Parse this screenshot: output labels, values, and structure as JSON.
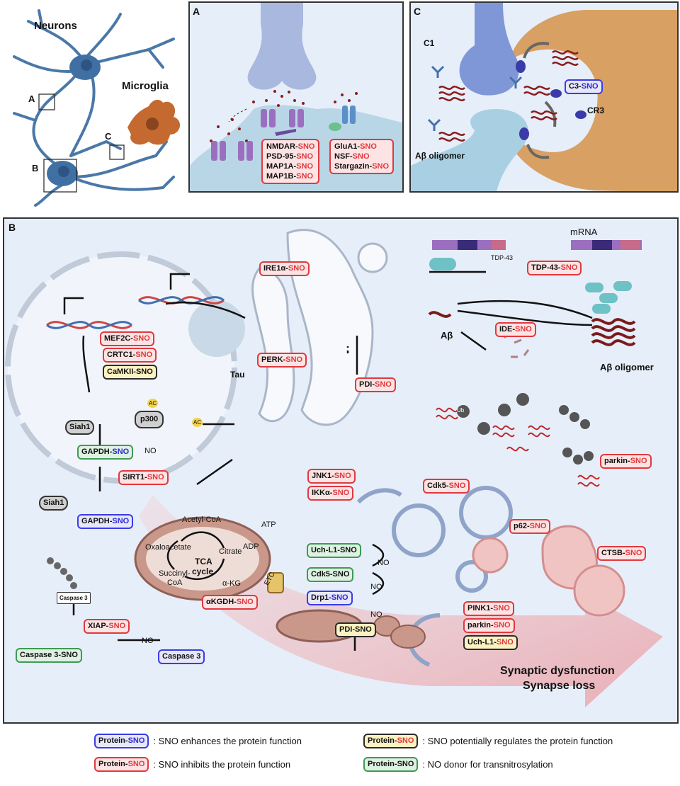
{
  "labels": {
    "neurons": "Neurons",
    "microglia": "Microglia",
    "box_a": "A",
    "box_b": "B",
    "box_c": "C",
    "panel_a": "A",
    "panel_b": "B",
    "panel_c": "C"
  },
  "panel_a": {
    "group1": [
      {
        "name": "NMDAR-",
        "sno": "SNO"
      },
      {
        "name": "PSD-95-",
        "sno": "SNO"
      },
      {
        "name": "MAP1A-",
        "sno": "SNO"
      },
      {
        "name": "MAP1B-",
        "sno": "SNO"
      }
    ],
    "group2": [
      {
        "name": "GluA1-",
        "sno": "SNO"
      },
      {
        "name": "NSF-",
        "sno": "SNO"
      },
      {
        "name": "Stargazin-",
        "sno": "SNO"
      }
    ]
  },
  "panel_c": {
    "c1": "C1",
    "c3_name": "C3-",
    "c3_sno": "SNO",
    "cr3": "CR3",
    "ab_oligomer": "Aβ oligomer"
  },
  "panel_b": {
    "mrna": "mRNA",
    "tdp43_small": "TDP-43",
    "tdp43": {
      "name": "TDP-43-",
      "sno": "SNO"
    },
    "ab": "Aβ",
    "ide": {
      "name": "IDE-",
      "sno": "SNO"
    },
    "ab_oligomer": "Aβ oligomer",
    "ire1a": {
      "name": "IRE1α-",
      "sno": "SNO"
    },
    "perk": {
      "name": "PERK-",
      "sno": "SNO"
    },
    "pdi_red": {
      "name": "PDI-",
      "sno": "SNO"
    },
    "mef2c": {
      "name": "MEF2C-",
      "sno": "SNO"
    },
    "crtc1": {
      "name": "CRTC1-",
      "sno": "SNO"
    },
    "camkii": "CaMKII-SNO",
    "tau": "Tau",
    "siah1_a": "Siah1",
    "siah1_b": "Siah1",
    "p300": "p300",
    "ac1": "AC",
    "ac2": "AC",
    "gapdh_green": {
      "name": "GAPDH-",
      "sno": "SNO"
    },
    "no_sirt": "NO",
    "sirt1": {
      "name": "SIRT1-",
      "sno": "SNO"
    },
    "gapdh_blue": {
      "name": "GAPDH-",
      "sno": "SNO"
    },
    "ub": "Ub",
    "parkin1": {
      "name": "parkin-",
      "sno": "SNO"
    },
    "jnk1": {
      "name": "JNK1-",
      "sno": "SNO"
    },
    "ikka": {
      "name": "IKKα-",
      "sno": "SNO"
    },
    "cdk5_red": {
      "name": "Cdk5-",
      "sno": "SNO"
    },
    "p62": {
      "name": "p62-",
      "sno": "SNO"
    },
    "ctsb": {
      "name": "CTSB-",
      "sno": "SNO"
    },
    "acetyl_coa": "Acetyl-CoA",
    "atp": "ATP",
    "adp": "ADP",
    "citrate": "Citrate",
    "oxaloacetate": "Oxaloacetate",
    "tca": "TCA",
    "cycle": "cycle",
    "succinyl": "Succinyl-",
    "coa": "CoA",
    "akg": "α-KG",
    "etc": "ETC",
    "akgdh": {
      "name": "αKGDH-",
      "sno": "SNO"
    },
    "uchl1_green": "Uch-L1-SNO",
    "cdk5_green": "Cdk5-SNO",
    "drp1": {
      "name": "Drp1-",
      "sno": "SNO"
    },
    "pdi_yellow": "PDI-SNO",
    "no1": "NO",
    "no2": "NO",
    "no3": "NO",
    "pink1": {
      "name": "PINK1-",
      "sno": "SNO"
    },
    "parkin2": {
      "name": "parkin-",
      "sno": "SNO"
    },
    "uchl1_yellow": {
      "name": "Uch-L1-",
      "sno": "SNO"
    },
    "caspase3_box": "Caspase 3",
    "xiap": {
      "name": "XIAP-",
      "sno": "SNO"
    },
    "no_casp": "NO",
    "caspase3_sno": "Caspase 3-SNO",
    "caspase3_blue": "Caspase 3",
    "synaptic1": "Synaptic dysfunction",
    "synaptic2": "Synapse loss"
  },
  "legend": [
    {
      "name": "Protein-",
      "sno": "SNO",
      "style": "blue",
      "desc": ": SNO enhances the protein function"
    },
    {
      "name": "Protein-",
      "sno": "SNO",
      "style": "red",
      "desc": ": SNO inhibits the protein function"
    },
    {
      "name": "Protein-",
      "sno": "SNO",
      "style": "yellow",
      "desc": ": SNO potentially regulates the protein function"
    },
    {
      "name": "Protein-",
      "sno": "SNO",
      "style": "green",
      "desc": ": NO donor for transnitrosylation"
    }
  ],
  "colors": {
    "red_border": "#e0393e",
    "blue_border": "#3b3be6",
    "yellow_fill": "#fbf2c1",
    "green_border": "#3f9a55",
    "neuron_blue": "#4a78a8",
    "microglia_orange": "#c46a30",
    "panel_bg": "#e6eef9"
  }
}
